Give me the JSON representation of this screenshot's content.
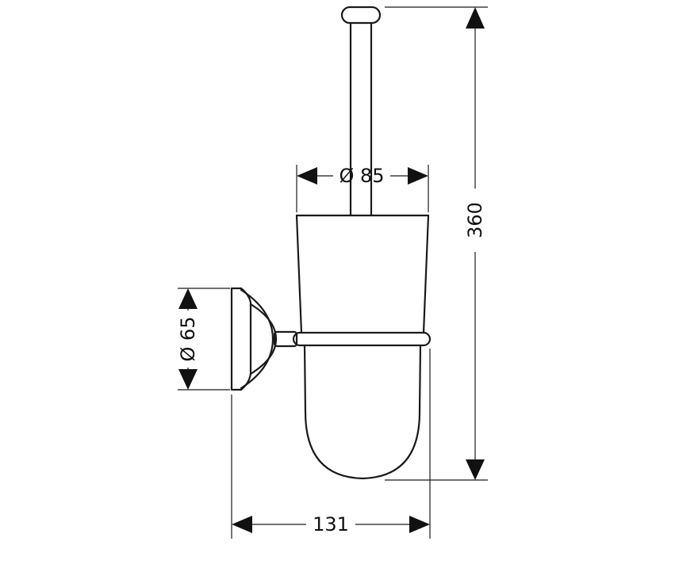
{
  "dimensions": {
    "height": "360",
    "cup_diameter": "Ø 85",
    "mount_diameter": "Ø 65",
    "depth": "131"
  },
  "colors": {
    "line": "#1a1a1a",
    "background": "#ffffff"
  }
}
